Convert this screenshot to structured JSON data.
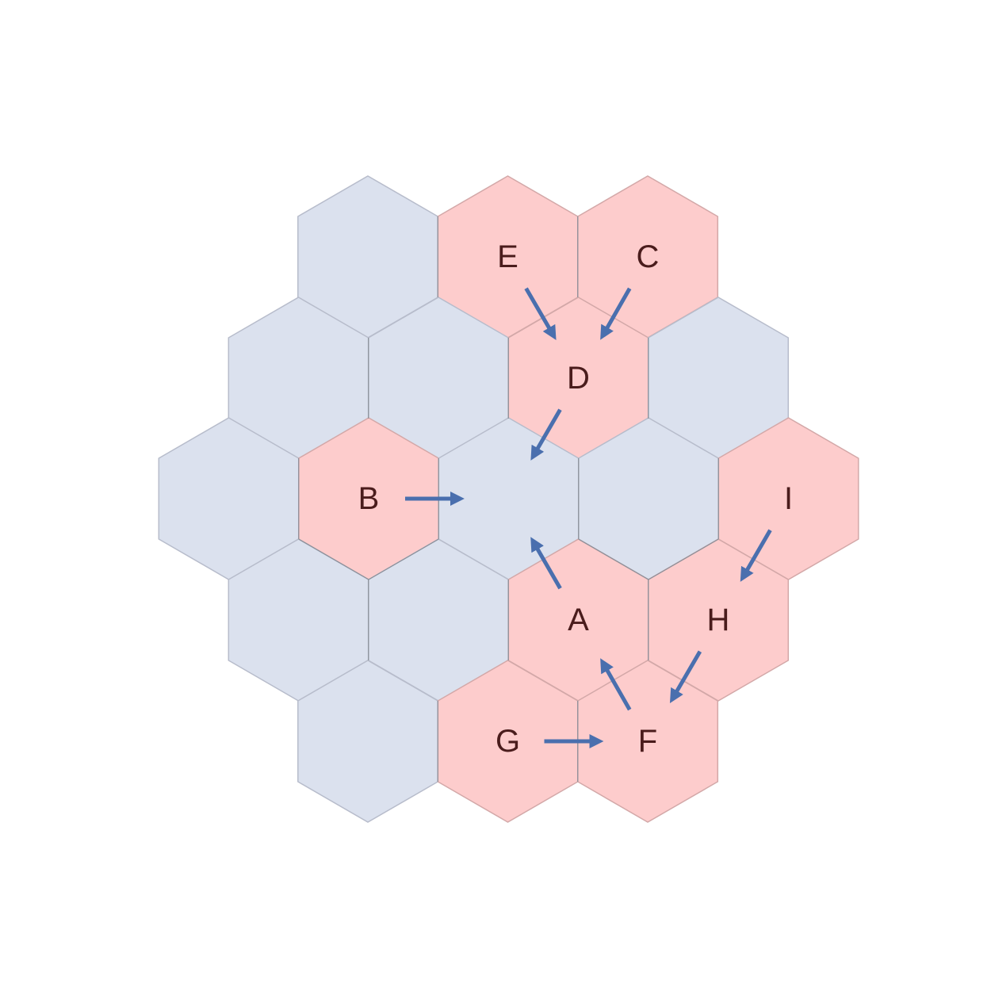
{
  "colors": {
    "blue_fill": "#dbe1ee",
    "blue_stroke": "#b7bccb",
    "red_fill": "#fdcccc",
    "red_stroke": "#d3a8a8",
    "arrow": "#4a6fae",
    "label": "#4a1c1c",
    "edge": "#8a8f99"
  },
  "cells": [
    {
      "id": "r0c0",
      "row": 0,
      "col": 0,
      "color": "blue",
      "label": ""
    },
    {
      "id": "r0c1",
      "row": 0,
      "col": 1,
      "color": "red",
      "label": "E"
    },
    {
      "id": "r0c2",
      "row": 0,
      "col": 2,
      "color": "red",
      "label": "C"
    },
    {
      "id": "r1c0",
      "row": 1,
      "col": 0,
      "color": "blue",
      "label": ""
    },
    {
      "id": "r1c1",
      "row": 1,
      "col": 1,
      "color": "blue",
      "label": ""
    },
    {
      "id": "r1c2",
      "row": 1,
      "col": 2,
      "color": "red",
      "label": "D"
    },
    {
      "id": "r1c3",
      "row": 1,
      "col": 3,
      "color": "blue",
      "label": ""
    },
    {
      "id": "r2c0",
      "row": 2,
      "col": 0,
      "color": "blue",
      "label": ""
    },
    {
      "id": "r2c1",
      "row": 2,
      "col": 1,
      "color": "red",
      "label": "B"
    },
    {
      "id": "r2c2",
      "row": 2,
      "col": 2,
      "color": "blue",
      "label": ""
    },
    {
      "id": "r2c3",
      "row": 2,
      "col": 3,
      "color": "blue",
      "label": ""
    },
    {
      "id": "r2c4",
      "row": 2,
      "col": 4,
      "color": "red",
      "label": "I"
    },
    {
      "id": "r3c0",
      "row": 3,
      "col": 0,
      "color": "blue",
      "label": ""
    },
    {
      "id": "r3c1",
      "row": 3,
      "col": 1,
      "color": "blue",
      "label": ""
    },
    {
      "id": "r3c2",
      "row": 3,
      "col": 2,
      "color": "red",
      "label": "A"
    },
    {
      "id": "r3c3",
      "row": 3,
      "col": 3,
      "color": "red",
      "label": "H"
    },
    {
      "id": "r4c0",
      "row": 4,
      "col": 0,
      "color": "blue",
      "label": ""
    },
    {
      "id": "r4c1",
      "row": 4,
      "col": 1,
      "color": "red",
      "label": "G"
    },
    {
      "id": "r4c2",
      "row": 4,
      "col": 2,
      "color": "red",
      "label": "F"
    }
  ],
  "arrows": [
    {
      "from": "r0c1",
      "to": "r1c2"
    },
    {
      "from": "r0c2",
      "to": "r1c2"
    },
    {
      "from": "r1c2",
      "to": "r2c2"
    },
    {
      "from": "r2c1",
      "to": "r2c2"
    },
    {
      "from": "r3c2",
      "to": "r2c2"
    },
    {
      "from": "r2c4",
      "to": "r3c3"
    },
    {
      "from": "r3c3",
      "to": "r4c2"
    },
    {
      "from": "r4c2",
      "to": "r3c2"
    },
    {
      "from": "r4c1",
      "to": "r4c2"
    }
  ]
}
